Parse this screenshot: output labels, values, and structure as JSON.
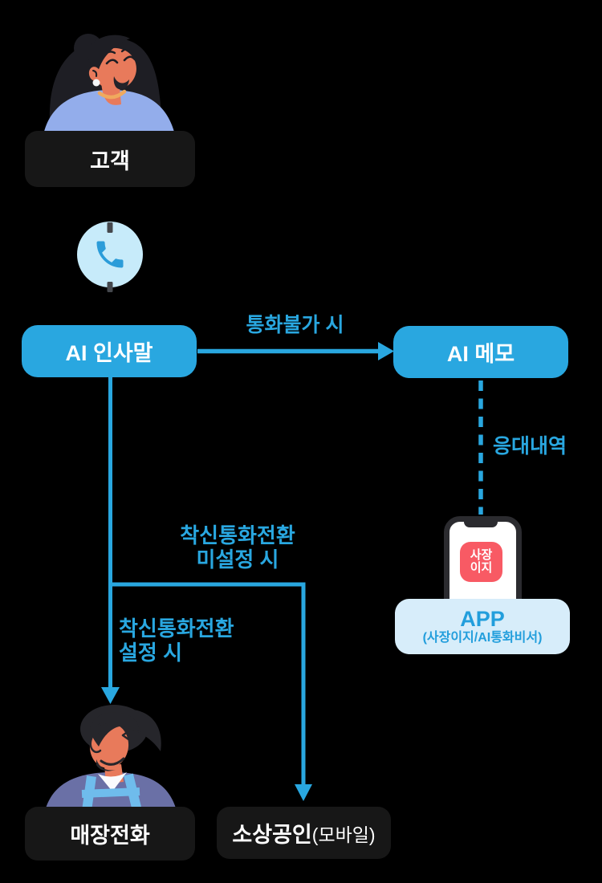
{
  "diagram": {
    "customer": {
      "label": "고객"
    },
    "ai_greeting": {
      "label": "AI 인사말"
    },
    "ai_memo": {
      "label": "AI 메모"
    },
    "edges": {
      "call_unavailable": {
        "label": "통화불가 시"
      },
      "response_history": {
        "label": "응대내역"
      },
      "forward_unset": {
        "line1": "착신통화전환",
        "line2": "미설정 시"
      },
      "forward_set": {
        "line1": "착신통화전환",
        "line2": "설정 시"
      }
    },
    "app": {
      "title": "APP",
      "subtitle": "(사장이지/AI통화비서)",
      "icon_line1": "사장",
      "icon_line2": "이지"
    },
    "store_phone": {
      "label": "매장전화"
    },
    "owner_mobile": {
      "label_main": "소상공인",
      "label_sub": "(모바일)"
    }
  },
  "icons": {
    "call": "phone-handset-icon",
    "customer": "customer-woman-illustration",
    "owner": "owner-man-illustration",
    "app": "sajang-easy-app-icon",
    "smartphone": "smartphone-illustration"
  },
  "colors": {
    "background": "#000000",
    "accent_blue": "#29A7E0",
    "call_circle_bg": "#C7EBFA",
    "dark_node_bg": "#171717",
    "node_text": "#FFFFFF",
    "app_box_bg": "#D7EDFA",
    "app_text": "#229EDC",
    "app_icon_red": "#F85A64"
  }
}
